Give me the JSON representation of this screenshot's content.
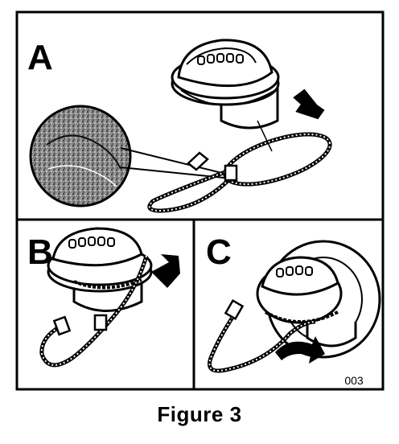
{
  "figure": {
    "caption": "Figure 3",
    "code": "003",
    "panels": [
      {
        "label": "A"
      },
      {
        "label": "B"
      },
      {
        "label": "C"
      }
    ]
  },
  "colors": {
    "ink": "#000000",
    "paper": "#ffffff",
    "texture": "#6a6a6a"
  }
}
